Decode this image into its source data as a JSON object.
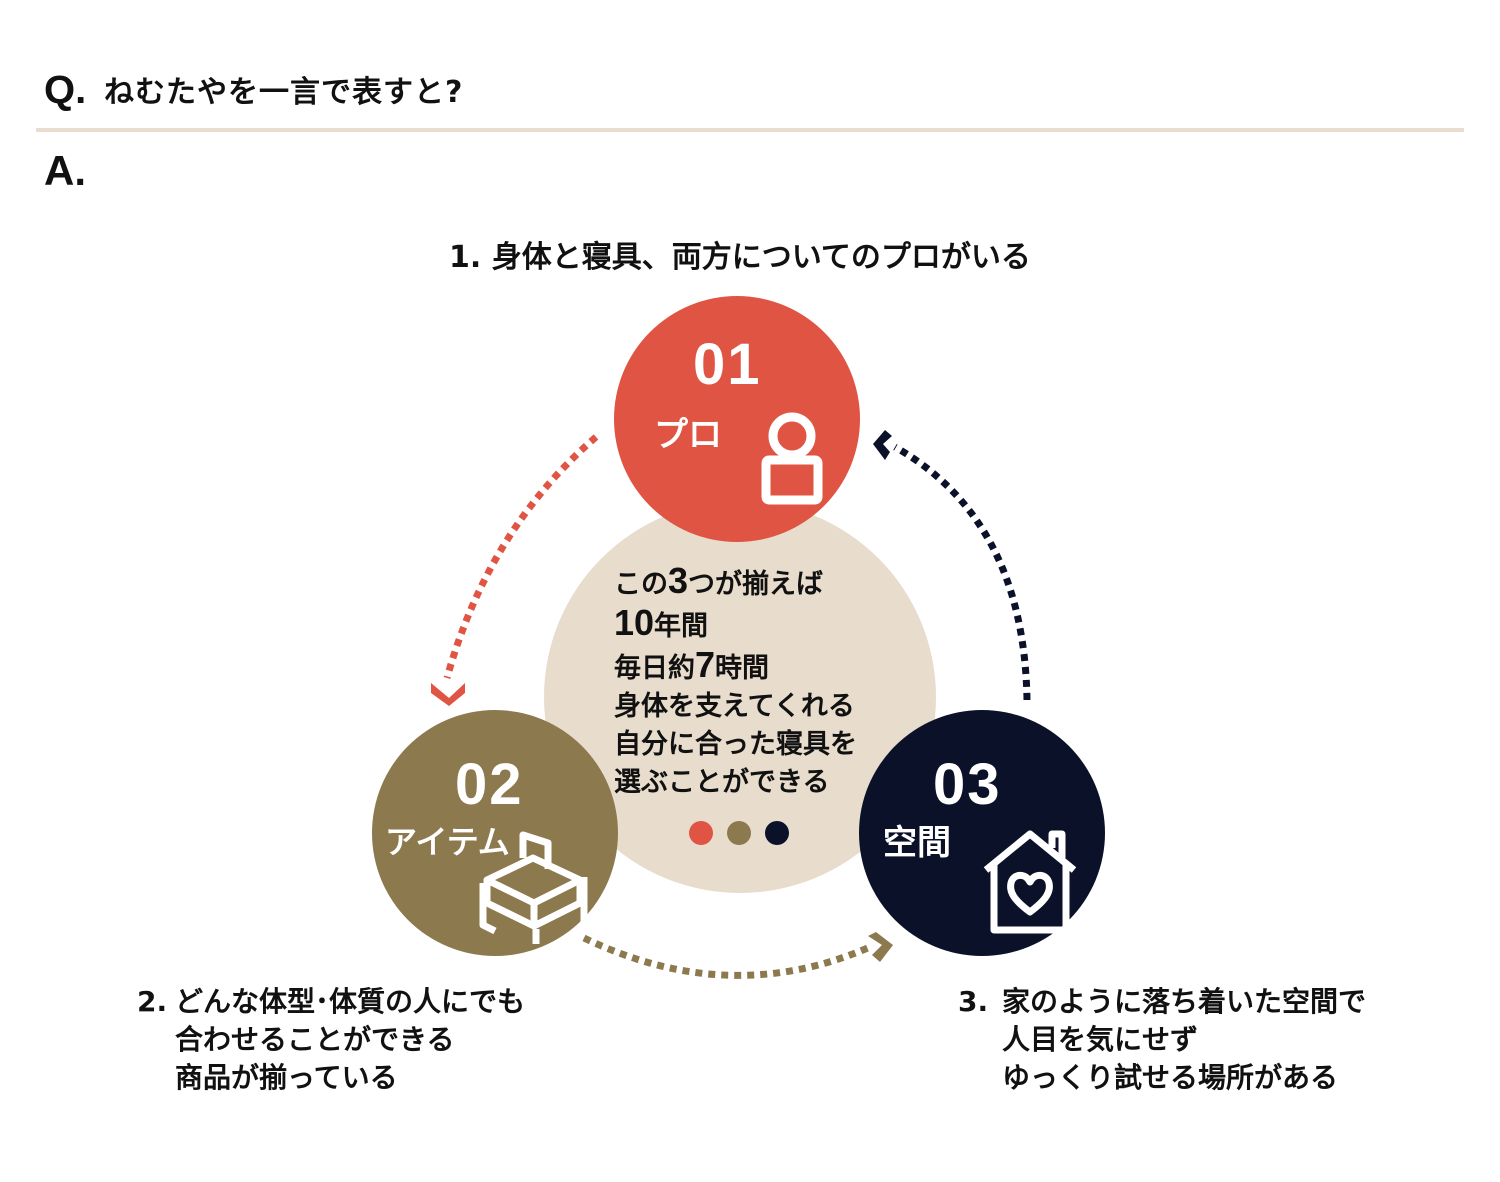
{
  "question": {
    "label": "Q.",
    "text": "ねむたやを一言で表すと?"
  },
  "answer": {
    "label": "A."
  },
  "points": [
    {
      "caption_number": "1.",
      "caption_lines": [
        "身体と寝具、両方についてのプロがいる"
      ],
      "circle_number": "01",
      "circle_label": "プロ",
      "color": "#e05444",
      "icon": "person-icon"
    },
    {
      "caption_number": "2.",
      "caption_lines": [
        "どんな体型･体質の人にでも",
        "合わせることができる",
        "商品が揃っている"
      ],
      "circle_number": "02",
      "circle_label": "アイテム",
      "color": "#8c7a4e",
      "icon": "bed-icon"
    },
    {
      "caption_number": "3.",
      "caption_lines": [
        "家のように落ち着いた空間で",
        "人目を気にせず",
        "ゆっくり試せる場所がある"
      ],
      "circle_number": "03",
      "circle_label": "空間",
      "color": "#0b1129",
      "icon": "house-heart-icon"
    }
  ],
  "center": {
    "color": "#e8dccd",
    "line1_pre": "この",
    "line1_num": "3",
    "line1_post": "つが揃えば",
    "line2_num": "10",
    "line2_post": "年間",
    "line3_pre": "毎日約",
    "line3_num": "7",
    "line3_post": "時間",
    "line4": "身体を支えてくれる",
    "line5": "自分に合った寝具を",
    "line6": "選ぶことができる"
  },
  "colors": {
    "divider": "#e8ddcf",
    "text": "#111111"
  }
}
